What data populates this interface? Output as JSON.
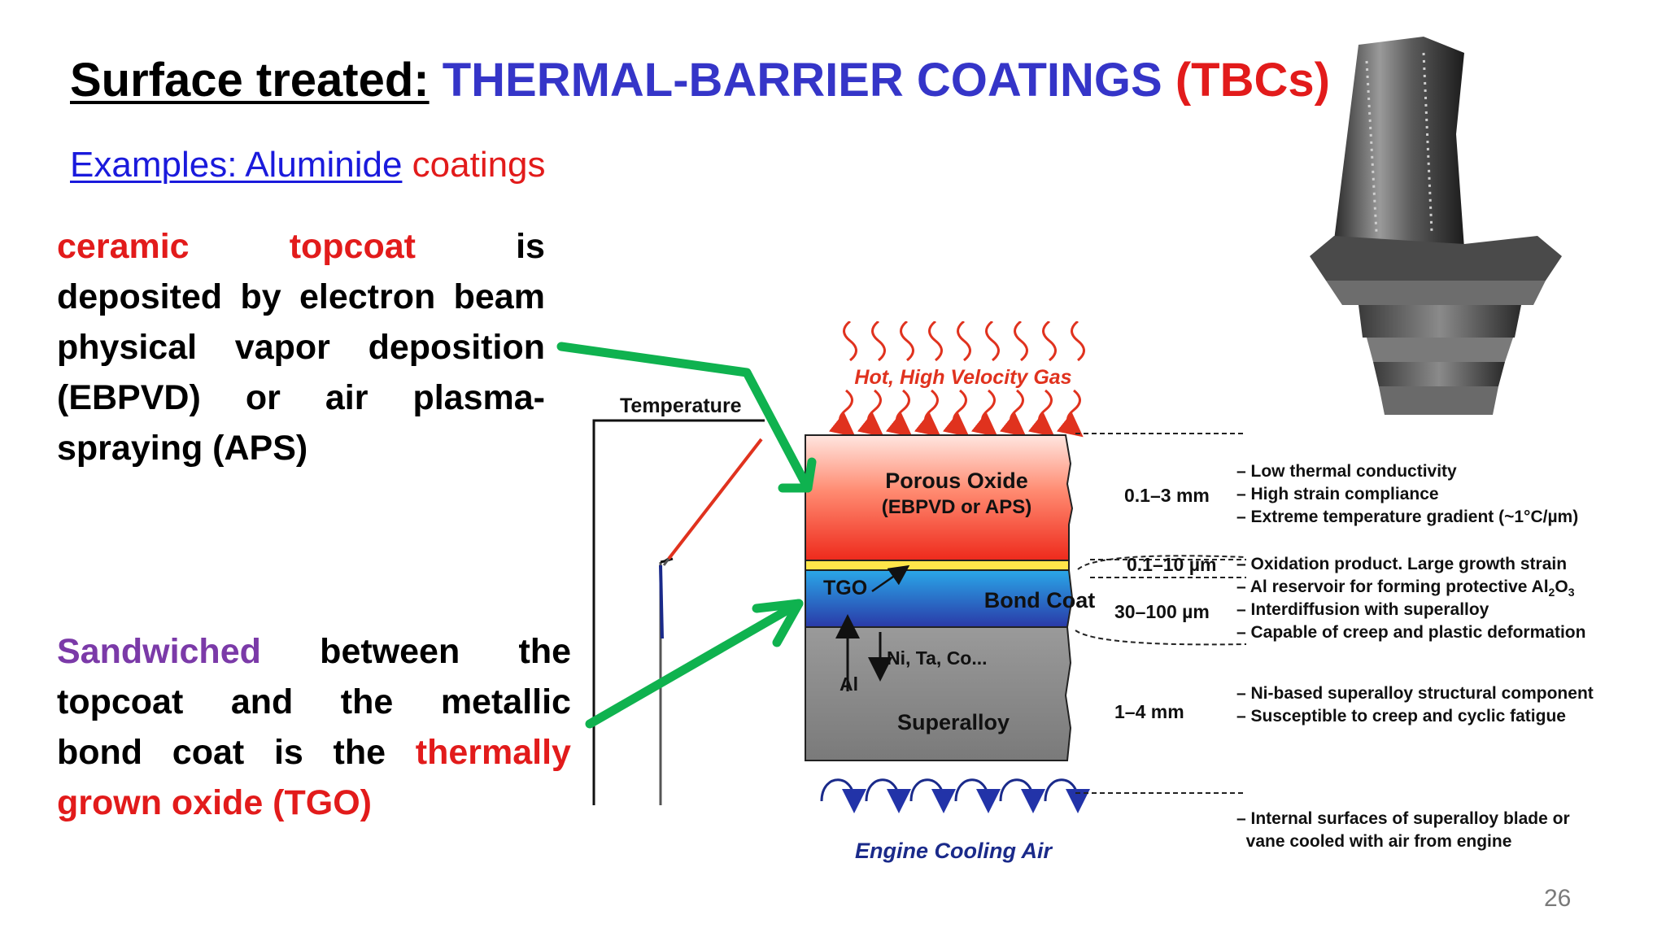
{
  "slide": {
    "title_prefix": "Surface treated:",
    "title_main": " THERMAL-BARRIER COATINGS",
    "title_abbr": " (TBCs)",
    "examples_link": "Examples: Aluminide",
    "examples_rest": " coatings",
    "page_number": "26"
  },
  "paragraph1": {
    "lines": [
      [
        {
          "t": "ceramic",
          "c": "red"
        },
        {
          "t": "topcoat",
          "c": "red"
        },
        {
          "t": "is"
        }
      ],
      [
        {
          "t": "deposited"
        },
        {
          "t": "by"
        },
        {
          "t": "electron"
        },
        {
          "t": "beam"
        }
      ],
      [
        {
          "t": "physical"
        },
        {
          "t": "vapor"
        },
        {
          "t": "deposition"
        }
      ],
      [
        {
          "t": "(EBPVD)"
        },
        {
          "t": "or"
        },
        {
          "t": "air"
        },
        {
          "t": "plasma-"
        }
      ]
    ],
    "last_line": "spraying (APS)"
  },
  "paragraph2": {
    "lines": [
      [
        {
          "t": "Sandwiched",
          "c": "purple"
        },
        {
          "t": "between"
        },
        {
          "t": "the"
        }
      ],
      [
        {
          "t": "topcoat"
        },
        {
          "t": "and"
        },
        {
          "t": "the"
        },
        {
          "t": "metallic"
        }
      ],
      [
        {
          "t": "bond"
        },
        {
          "t": "coat"
        },
        {
          "t": "is"
        },
        {
          "t": "the"
        },
        {
          "t": "thermally",
          "c": "red"
        }
      ]
    ],
    "last_line": "grown oxide (TGO)"
  },
  "diagram": {
    "hot_gas": "Hot, High Velocity Gas",
    "temperature": "Temperature",
    "porous_oxide": "Porous Oxide",
    "porous_oxide_sub": "(EBPVD or APS)",
    "tgo": "TGO",
    "bond_coat": "Bond Coat",
    "ni_ta_co": "Ni, Ta, Co...",
    "al": "Al",
    "superalloy": "Superalloy",
    "cooling_air": "Engine Cooling Air",
    "thickness": {
      "topcoat": "0.1–3 mm",
      "tgo": "0.1–10 µm",
      "bond_coat": "30–100 µm",
      "superalloy": "1–4  mm"
    },
    "notes": {
      "topcoat": [
        "– Low thermal conductivity",
        "– High strain compliance",
        "– Extreme temperature gradient (~1°C/µm)"
      ],
      "tgo": "– Oxidation product. Large growth strain",
      "bond_coat_prefix": "– Al reservoir for forming protective Al",
      "bond_coat_sub1": "2",
      "bond_coat_mid": "O",
      "bond_coat_sub2": "3",
      "bond_coat": [
        "– Interdiffusion with superalloy",
        "– Capable of creep and plastic deformation"
      ],
      "superalloy": [
        "– Ni-based superalloy structural component",
        "– Susceptible to creep and cyclic fatigue"
      ],
      "cooling": [
        "– Internal surfaces of superalloy blade or",
        "  vane cooled with air from engine"
      ]
    }
  },
  "colors": {
    "title_blue": "#3535c8",
    "accent_red": "#e21b1b",
    "link_blue": "#1a1adc",
    "purple": "#7b3aa8",
    "arrow_green": "#0fb24f"
  }
}
